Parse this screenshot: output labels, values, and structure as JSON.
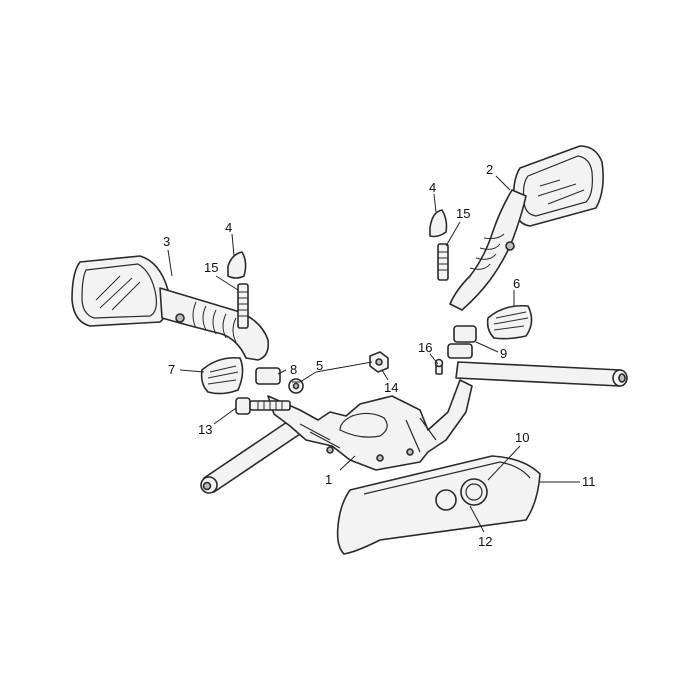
{
  "callouts": {
    "c1": "1",
    "c2": "2",
    "c3": "3",
    "c4a": "4",
    "c4b": "4",
    "c5": "5",
    "c6": "6",
    "c7": "7",
    "c8": "8",
    "c9": "9",
    "c10": "10",
    "c11": "11",
    "c12": "12",
    "c13": "13",
    "c14": "14",
    "c15a": "15",
    "c15b": "15",
    "c16": "16"
  }
}
